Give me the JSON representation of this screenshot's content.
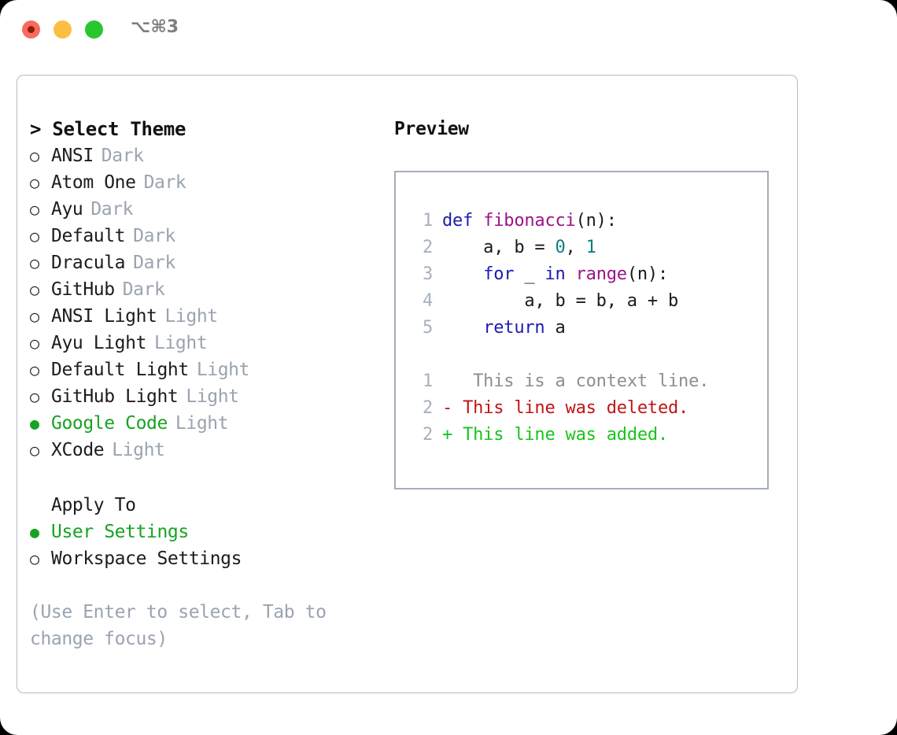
{
  "window": {
    "shortcut": "⌥⌘3",
    "traffic_lights": [
      {
        "name": "close-button",
        "color": "#fa6a5c"
      },
      {
        "name": "minimize-button",
        "color": "#fbbe41"
      },
      {
        "name": "maximize-button",
        "color": "#29c630"
      }
    ]
  },
  "theme_picker": {
    "caret": ">",
    "title": "Select Theme",
    "marker_unselected": "○",
    "marker_selected": "●",
    "items": [
      {
        "marker": "○",
        "name": "ANSI",
        "badge": "Dark",
        "selected": false
      },
      {
        "marker": "○",
        "name": "Atom One",
        "badge": "Dark",
        "selected": false
      },
      {
        "marker": "○",
        "name": "Ayu",
        "badge": "Dark",
        "selected": false
      },
      {
        "marker": "○",
        "name": "Default",
        "badge": "Dark",
        "selected": false
      },
      {
        "marker": "○",
        "name": "Dracula",
        "badge": "Dark",
        "selected": false
      },
      {
        "marker": "○",
        "name": "GitHub",
        "badge": "Dark",
        "selected": false
      },
      {
        "marker": "○",
        "name": "ANSI Light",
        "badge": "Light",
        "selected": false
      },
      {
        "marker": "○",
        "name": "Ayu Light",
        "badge": "Light",
        "selected": false
      },
      {
        "marker": "○",
        "name": "Default Light",
        "badge": "Light",
        "selected": false
      },
      {
        "marker": "○",
        "name": "GitHub Light",
        "badge": "Light",
        "selected": false
      },
      {
        "marker": "●",
        "name": "Google Code",
        "badge": "Light",
        "selected": true
      },
      {
        "marker": "○",
        "name": "XCode",
        "badge": "Light",
        "selected": false
      }
    ]
  },
  "apply_to": {
    "title": "Apply To",
    "items": [
      {
        "marker": "●",
        "name": "User Settings",
        "selected": true
      },
      {
        "marker": "○",
        "name": "Workspace Settings",
        "selected": false
      }
    ]
  },
  "hint": "(Use Enter to select, Tab to change focus)",
  "preview": {
    "title": "Preview",
    "code_lines": [
      {
        "lno": "1",
        "tokens": [
          {
            "t": "def ",
            "c": "kw"
          },
          {
            "t": "fibonacci",
            "c": "fn"
          },
          {
            "t": "(n):",
            "c": "pln"
          }
        ]
      },
      {
        "lno": "2",
        "tokens": [
          {
            "t": "    a, b = ",
            "c": "pln"
          },
          {
            "t": "0",
            "c": "num"
          },
          {
            "t": ", ",
            "c": "pln"
          },
          {
            "t": "1",
            "c": "num"
          }
        ]
      },
      {
        "lno": "3",
        "tokens": [
          {
            "t": "    ",
            "c": "pln"
          },
          {
            "t": "for",
            "c": "kw"
          },
          {
            "t": " _ ",
            "c": "pln"
          },
          {
            "t": "in",
            "c": "kw"
          },
          {
            "t": " ",
            "c": "pln"
          },
          {
            "t": "range",
            "c": "fn"
          },
          {
            "t": "(n):",
            "c": "pln"
          }
        ]
      },
      {
        "lno": "4",
        "tokens": [
          {
            "t": "        a, b = b, a + b",
            "c": "pln"
          }
        ]
      },
      {
        "lno": "5",
        "tokens": [
          {
            "t": "    ",
            "c": "pln"
          },
          {
            "t": "return",
            "c": "kw"
          },
          {
            "t": " a",
            "c": "pln"
          }
        ]
      }
    ],
    "diff_lines": [
      {
        "lno": "1",
        "sign": " ",
        "text": "  This is a context line.",
        "kind": "ctx"
      },
      {
        "lno": "2",
        "sign": "-",
        "text": " This line was deleted.",
        "kind": "del"
      },
      {
        "lno": "2",
        "sign": "+",
        "text": " This line was added.",
        "kind": "add"
      }
    ]
  },
  "colors": {
    "accent_green": "#16a322",
    "muted": "#9aa3b0",
    "keyword": "#1b1bb0",
    "function": "#9c1486",
    "number": "#0e7d80",
    "diff_delete": "#c01515",
    "diff_add": "#18c41b",
    "border": "#a4adbb"
  }
}
